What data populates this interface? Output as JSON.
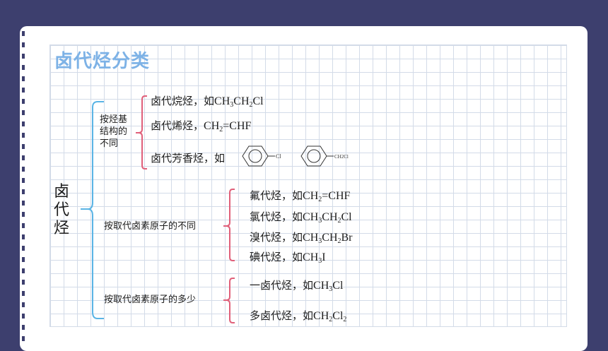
{
  "title": "卤代烃分类",
  "root": "卤代烃",
  "groups": [
    {
      "label": "按烃基结构的不同",
      "label_lines": [
        "按烃基",
        "结构的",
        "不同"
      ],
      "items": [
        {
          "name": "卤代烷烃",
          "sep": "，如",
          "formula": "CH3CH2Cl"
        },
        {
          "name": "卤代烯烃",
          "sep": "，",
          "formula": "CH2=CHF"
        },
        {
          "name": "卤代芳香烃",
          "sep": "，如",
          "formula": ""
        }
      ]
    },
    {
      "label": "按取代卤素原子的不同",
      "items": [
        {
          "name": "氟代烃",
          "sep": "，如",
          "formula": "CH2=CHF"
        },
        {
          "name": "氯代烃",
          "sep": "，如",
          "formula": "CH3CH2Cl"
        },
        {
          "name": "溴代烃",
          "sep": "，如",
          "formula": "CH3CH2Br"
        },
        {
          "name": "碘代烃",
          "sep": "，如",
          "formula": "CH3I"
        }
      ]
    },
    {
      "label": "按取代卤素原子的多少",
      "items": [
        {
          "name": "一卤代烃",
          "sep": "，如",
          "formula": "CH3Cl"
        },
        {
          "name": "多卤代烃",
          "sep": "，如",
          "formula": "CH2Cl2"
        }
      ]
    }
  ],
  "structures": {
    "chlorobenzene_label": "Cl",
    "benzyl_chloride_label": "CH2Cl"
  },
  "colors": {
    "title": "#7db2e6",
    "main_bracket": "#5ab4e5",
    "sub_bracket": "#e0607a",
    "background": "#3d3f6e"
  }
}
